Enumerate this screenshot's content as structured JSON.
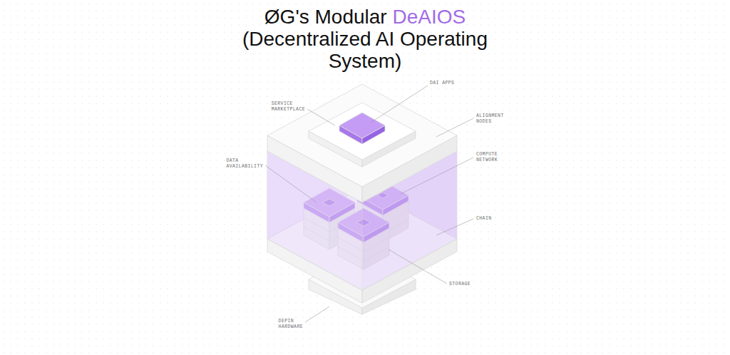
{
  "diagram": {
    "title": "ØG's Modular DeAIOS (Decentralized AI Operating System)",
    "labels": [
      "DAI APPS",
      "SERVICE MARKETPLACE",
      "ALIGNMENT NODES",
      "COMPUTE NETWORK",
      "DATA AVAILABILITY",
      "CHAIN",
      "STORAGE",
      "DEPIN HARDWARE"
    ]
  }
}
